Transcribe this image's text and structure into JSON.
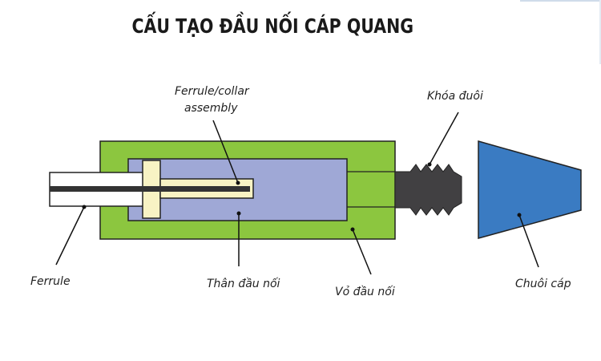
{
  "title": "CẤU TẠO ĐẦU NỐI CÁP QUANG",
  "labels": {
    "ferrule": "Ferrule",
    "collar_line1": "Ferrule/collar",
    "collar_line2": "assembly",
    "body": "Thân đầu nối",
    "housing": "Vỏ đầu nối",
    "boot": "Khóa đuôi",
    "cable": "Chuôi cáp"
  },
  "colors": {
    "housing": "#8cc63f",
    "body": "#9fa8d6",
    "boot": "#414042",
    "cable": "#3a7bc2",
    "collar": "#f8f3c4"
  }
}
